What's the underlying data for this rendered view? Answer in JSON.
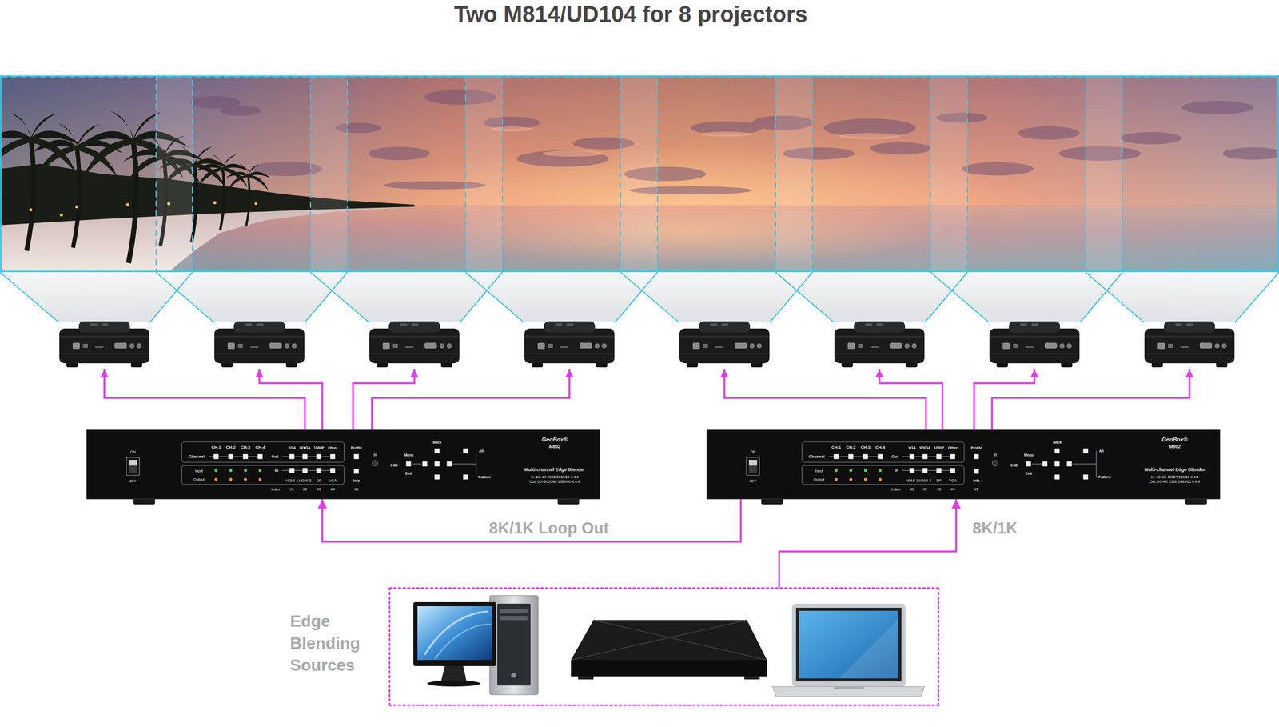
{
  "diagram": {
    "title": "Two M814/UD104 for 8 projectors",
    "nodes": [
      {
        "text": [
          "GeoBox®",
          "M802",
          "Multi-channel Edge Blender",
          "In: 1G-4K 4096*2160/60 4:4:4",
          "Out: 1G-4K 2048*1080/60 4:4:4",
          "ON",
          "OFF",
          "CH-1",
          "CH-2",
          "CH-3",
          "CH-4",
          "XGA",
          "WXGA",
          "1080P",
          "Other",
          "Channel",
          "Out",
          "Input",
          "In",
          "Output",
          "HDMI-1",
          "HDMI-2",
          "DP",
          "VGA",
          "Index",
          "#1",
          "#2",
          "#3",
          "#4",
          "Profile",
          "Info",
          "#5",
          "IR",
          "Back",
          "Menu",
          "OSD",
          "Exit",
          "All",
          "Pattern"
        ]
      },
      {
        "text": [
          "GeoBox®",
          "M802",
          "Multi-channel Edge Blender",
          "In: 1G-4K 4096*2160/60 4:4:4",
          "Out: 1G-4K 2048*1080/60 4:4:4",
          "ON",
          "OFF",
          "CH-1",
          "CH-2",
          "CH-3",
          "CH-4",
          "XGA",
          "WXGA",
          "1080P",
          "Other",
          "Channel",
          "Out",
          "Input",
          "In",
          "Output",
          "HDMI-1",
          "HDMI-2",
          "DP",
          "VGA",
          "Index",
          "#1",
          "#2",
          "#3",
          "#4",
          "Profile",
          "Info",
          "#5",
          "IR",
          "Back",
          "Menu",
          "OSD",
          "Exit",
          "All",
          "Pattern"
        ]
      },
      {
        "text": [
          "Edge Blending Sources"
        ]
      }
    ],
    "edges": [
      {
        "from": 1,
        "to": 0,
        "arrow": "to",
        "label": "8K/1K Loop Out"
      },
      {
        "from": 2,
        "to": 1,
        "arrow": "to",
        "label": "8K/1K"
      }
    ]
  }
}
